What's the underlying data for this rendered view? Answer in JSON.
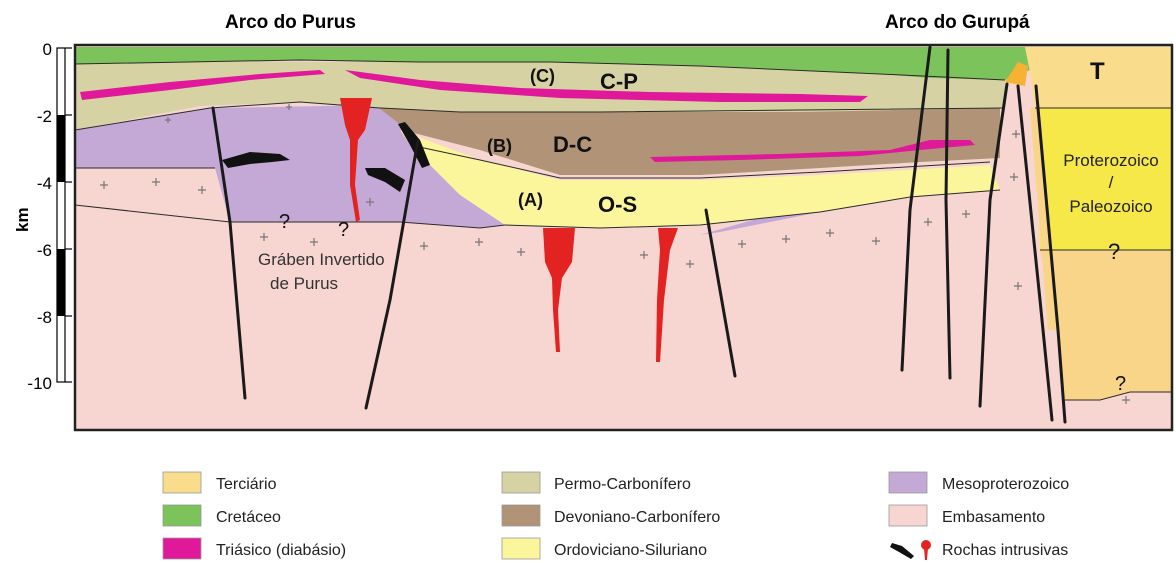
{
  "titles": {
    "left": "Arco do Purus",
    "right": "Arco do Gurupá"
  },
  "axis": {
    "unit": "km",
    "ticks": [
      "0",
      "-2",
      "-4",
      "-6",
      "-8",
      "-10"
    ]
  },
  "unit_labels": {
    "C": "(C)",
    "CP": "C-P",
    "B": "(B)",
    "DC": "D-C",
    "A": "(A)",
    "OS": "O-S",
    "T": "T",
    "proterozoico": "Proterozoico",
    "slash": "/",
    "paleozoico": "Paleozoico",
    "graben_line1": "Gráben Invertido",
    "graben_line2": "de Purus",
    "question": "?"
  },
  "legend": [
    {
      "label": "Terciário",
      "color": "#f9dc8c"
    },
    {
      "label": "Cretáceo",
      "color": "#7dc35b"
    },
    {
      "label": "Triásico (diabásio)",
      "color": "#e0189a"
    },
    {
      "label": "Permo-Carbonífero",
      "color": "#d6d2a4"
    },
    {
      "label": "Devoniano-Carbonífero",
      "color": "#b19377"
    },
    {
      "label": "Ordoviciano-Siluriano",
      "color": "#fbf59c"
    },
    {
      "label": "Mesoproterozoico",
      "color": "#c4a9d7"
    },
    {
      "label": "Embasamento",
      "color": "#f7d5d0"
    },
    {
      "label": "Rochas intrusivas",
      "color": "#e32222"
    }
  ],
  "colors": {
    "basement": "#f7d5d0",
    "meso": "#c4a9d7",
    "os": "#fbf59c",
    "dc": "#b19377",
    "cp": "#d6d2a4",
    "cret": "#7dc35b",
    "trias": "#e0189a",
    "terc": "#f9dc8c",
    "prot_yellow": "#f7e84a",
    "prot_orange": "#f9d58a",
    "intrusive_red": "#e32222",
    "fault": "#1a1a1a"
  }
}
